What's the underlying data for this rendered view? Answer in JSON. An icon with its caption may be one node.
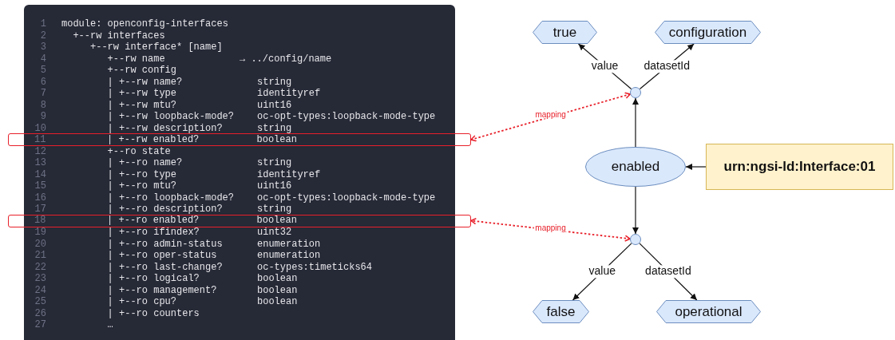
{
  "diagram": {
    "nodes": [
      {
        "text": [],
        "shape": "box"
      },
      {
        "text": [
          "11",
          "| +--rw enabled?",
          "boolean"
        ]
      },
      {
        "text": [
          "18",
          "| +--ro enabled?",
          "boolean"
        ]
      },
      {
        "text": [
          "true"
        ]
      },
      {
        "text": [
          "configuration"
        ]
      },
      {
        "text": [],
        "shape": "circle"
      },
      {
        "text": [
          "enabled"
        ]
      },
      {
        "text": [
          "urn:ngsi-ld:Interface:01"
        ]
      },
      {
        "text": [],
        "shape": "circle"
      },
      {
        "text": [
          "false"
        ]
      },
      {
        "text": [
          "operational"
        ]
      }
    ],
    "edges": [
      {
        "from": 7,
        "to": 6,
        "arrow": "to"
      },
      {
        "from": 6,
        "to": 5,
        "arrow": "to"
      },
      {
        "from": 5,
        "to": 3,
        "arrow": "to",
        "label": "value"
      },
      {
        "from": 5,
        "to": 4,
        "arrow": "to",
        "label": "datasetId"
      },
      {
        "from": 6,
        "to": 8,
        "arrow": "to"
      },
      {
        "from": 8,
        "to": 9,
        "arrow": "to",
        "label": "value"
      },
      {
        "from": 8,
        "to": 10,
        "arrow": "to",
        "label": "datasetId"
      },
      {
        "from": 5,
        "to": 1,
        "arrow": "both",
        "label": "mapping",
        "style": "dashed",
        "color": "#e8202a"
      },
      {
        "from": 8,
        "to": 2,
        "arrow": "both",
        "label": "mapping",
        "style": "dashed",
        "color": "#e8202a"
      }
    ],
    "labels": [
      "1",
      "module: openconfig-interfaces",
      "2",
      "+--rw interfaces",
      "3",
      "+--rw interface* [name]",
      "4",
      "+--rw name",
      "→ ../config/name",
      "5",
      "+--rw config",
      "6",
      "| +--rw name?",
      "string",
      "7",
      "| +--rw type",
      "identityref",
      "8",
      "| +--rw mtu?",
      "uint16",
      "9",
      "| +--rw loopback-mode?",
      "oc-opt-types:loopback-mode-type",
      "10",
      "| +--rw description?",
      "string",
      "12",
      "+--ro state",
      "13",
      "| +--ro name?",
      "string",
      "14",
      "| +--ro type",
      "identityref",
      "15",
      "| +--ro mtu?",
      "uint16",
      "16",
      "| +--ro loopback-mode?",
      "oc-opt-types:loopback-mode-type",
      "17",
      "| +--ro description?",
      "string",
      "19",
      "| +--ro ifindex?",
      "uint32",
      "20",
      "| +--ro admin-status",
      "enumeration",
      "21",
      "| +--ro oper-status",
      "enumeration",
      "22",
      "| +--ro last-change?",
      "oc-types:timeticks64",
      "23",
      "| +--ro logical?",
      "boolean",
      "24",
      "| +--ro management?",
      "boolean",
      "25",
      "| +--ro cpu?",
      "boolean",
      "26",
      "| +--ro counters",
      "27",
      "…"
    ]
  }
}
